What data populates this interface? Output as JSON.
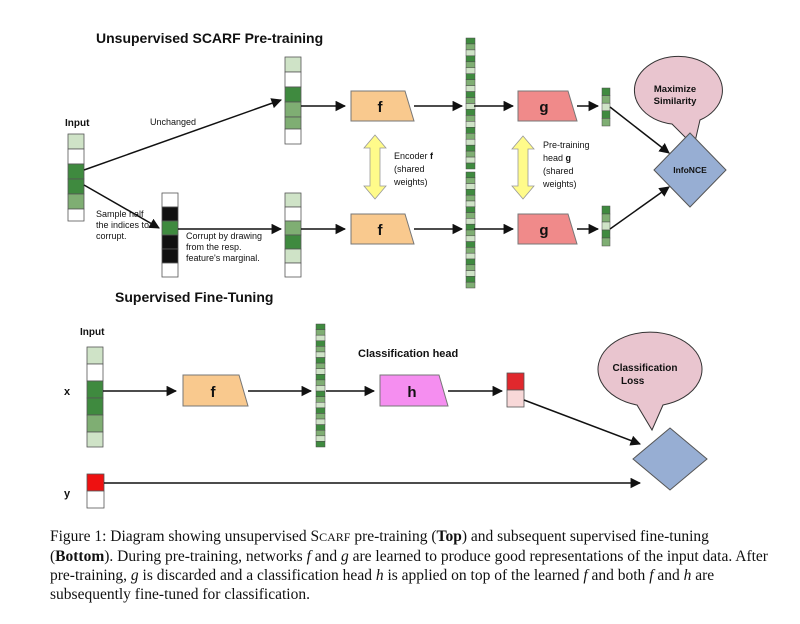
{
  "top": {
    "title": "Unsupervised SCARF Pre-training",
    "input_label": "Input",
    "unchanged_label": "Unchanged",
    "sample_label": [
      "Sample half",
      "the indices to",
      "corrupt."
    ],
    "corrupt_label": [
      "Corrupt by drawing",
      "from the resp.",
      "feature's marginal."
    ],
    "encoder_label": {
      "prefix": "Encoder ",
      "bold": "f",
      "lines": [
        "(shared",
        "weights)"
      ]
    },
    "head_label": {
      "line1": "Pre-training",
      "prefix": "head ",
      "bold": "g",
      "lines": [
        "(shared",
        "weights)"
      ]
    },
    "encoder_box": "f",
    "head_box": "g",
    "bubble": [
      "Maximize",
      "Similarity"
    ],
    "loss_node": "InfoNCE"
  },
  "bottom": {
    "title": "Supervised Fine-Tuning",
    "input_label": "Input",
    "x_label": "x",
    "y_label": "y",
    "encoder_box": "f",
    "head_box": "h",
    "head_title": "Classification head",
    "bubble": [
      "Classification",
      "Loss"
    ]
  },
  "colors": {
    "encoder": "#f9c98e",
    "head_g": "#f08a8a",
    "head_h": "#f58ef0",
    "loss_node": "#97aed3",
    "bubble": "#e9c5cf",
    "arrow_yellow": "#fffb8a",
    "cell_light": "#cfe3c7",
    "cell_mid": "#7fae73",
    "cell_dark": "#3f8a3f",
    "label_red": "#ee1111"
  },
  "caption": {
    "figure_label": "Figure 1:",
    "p1": "  Diagram showing unsupervised ",
    "scarf_s": "S",
    "scarf_rest": "CARF",
    "p2": " pre-training (",
    "top_word": "Top",
    "p3": ") and subsequent supervised fine-tuning (",
    "bottom_word": "Bottom",
    "p4": "). During pre-training, networks ",
    "f1": "f",
    "p5": " and ",
    "g1": "g",
    "p6": " are learned to produce good representations of the input data. After pre-training, ",
    "g2": "g",
    "p7": " is discarded and a classification head ",
    "h1": "h",
    "p8": " is applied on top of the learned ",
    "f2": "f",
    "p9": " and both ",
    "f3": "f",
    "p10": " and ",
    "h2": "h",
    "p11": " are subsequently fine-tuned for classification."
  }
}
